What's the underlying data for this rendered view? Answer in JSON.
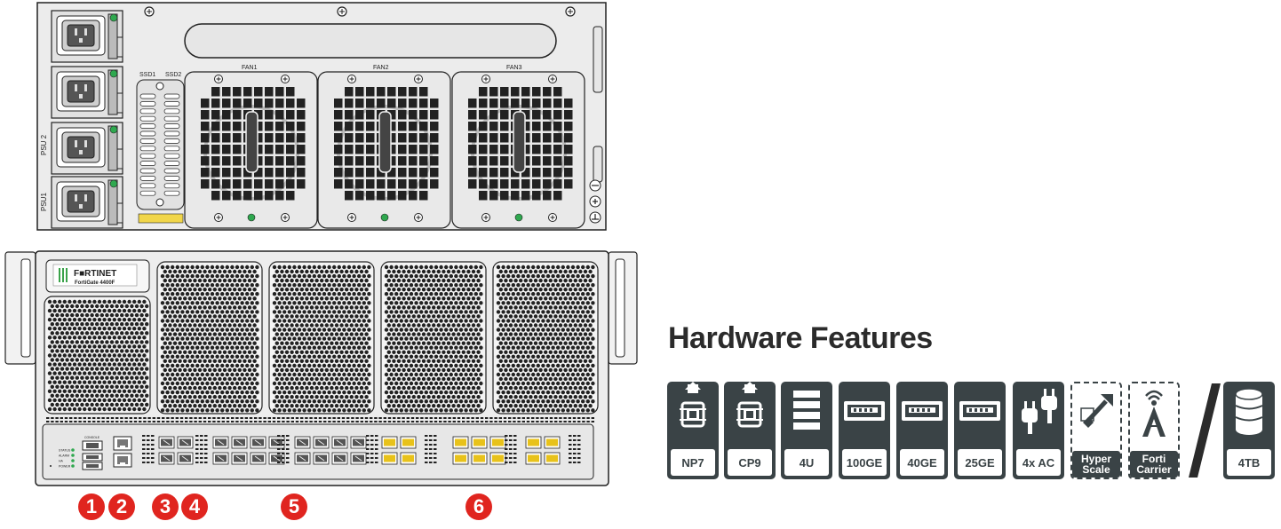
{
  "rear_panel": {
    "psu_labels": [
      "PSU 2",
      "PSU1"
    ],
    "ssd_labels": [
      "SSD1",
      "SSD2"
    ],
    "fan_labels": [
      "FAN1",
      "FAN2",
      "FAN3"
    ]
  },
  "front_panel": {
    "brand": "F■RTINET",
    "model": "FortiGate 4400F",
    "led_labels": [
      "STATUS",
      "ALARM",
      "HA",
      "POWER"
    ],
    "console_label": "CONSOLE"
  },
  "callouts": [
    "1",
    "2",
    "3",
    "4",
    "5",
    "6"
  ],
  "callout_color": "#e0251f",
  "hardware": {
    "title": "Hardware Features",
    "badges": [
      {
        "label": "NP7",
        "icon": "np-chip-icon"
      },
      {
        "label": "CP9",
        "icon": "cp-chip-icon"
      },
      {
        "label": "4U",
        "icon": "rack-units-icon"
      },
      {
        "label": "100GE",
        "icon": "transceiver-icon"
      },
      {
        "label": "40GE",
        "icon": "transceiver-icon"
      },
      {
        "label": "25GE",
        "icon": "transceiver-icon"
      },
      {
        "label": "4x AC",
        "icon": "power-plug-icon"
      },
      {
        "label": "Hyper Scale",
        "icon": "hyperscale-arrow-icon"
      },
      {
        "label": "Forti Carrier",
        "icon": "antenna-tower-icon"
      },
      {
        "label": "4TB",
        "icon": "storage-disk-icon"
      }
    ],
    "separator": "/"
  },
  "colors": {
    "badge": "#3a4346",
    "led": "#2fa84f",
    "port_yellow": "#e8c21a"
  }
}
